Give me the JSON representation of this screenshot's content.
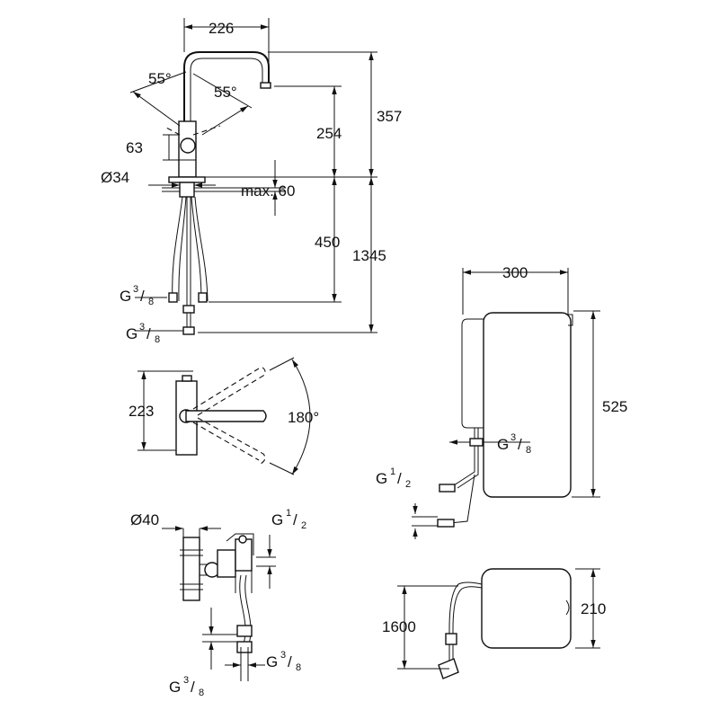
{
  "drawing": {
    "faucet": {
      "reach": "226",
      "angle_left": "55°",
      "angle_right": "55°",
      "height_total": "357",
      "height_spout": "254",
      "handle_offset": "63",
      "base_diameter": "Ø34",
      "deck_thickness": "max. 60",
      "hose_length": "450",
      "overall_length": "1345",
      "connection_upper": {
        "prefix": "G",
        "num": "3",
        "den": "8"
      },
      "connection_lower": {
        "prefix": "G",
        "num": "3",
        "den": "8"
      }
    },
    "rotation": {
      "height": "223",
      "angle": "180°"
    },
    "boiler_front": {
      "width": "300",
      "height": "525",
      "connection": {
        "prefix": "G",
        "num": "3",
        "den": "8"
      },
      "inlet": {
        "prefix": "G",
        "num": "1",
        "den": "2"
      }
    },
    "boiler_side": {
      "depth": "210",
      "cable": "1600"
    },
    "valve_assembly": {
      "pipe_diameter": "Ø40",
      "inlet": {
        "prefix": "G",
        "num": "1",
        "den": "2"
      },
      "outlet_right": {
        "prefix": "G",
        "num": "3",
        "den": "8"
      },
      "outlet_bottom": {
        "prefix": "G",
        "num": "3",
        "den": "8"
      }
    }
  }
}
